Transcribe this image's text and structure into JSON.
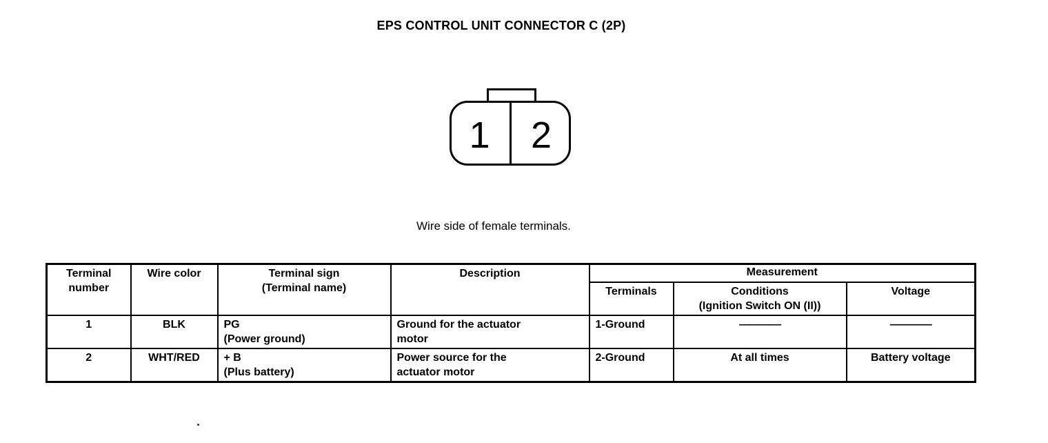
{
  "page": {
    "title": "EPS CONTROL UNIT CONNECTOR C (2P)",
    "caption": "Wire side of female terminals.",
    "colors": {
      "ink": "#000000",
      "paper": "#ffffff"
    }
  },
  "connector": {
    "pins": [
      "1",
      "2"
    ]
  },
  "table": {
    "header": {
      "terminal_number": "Terminal\nnumber",
      "wire_color": "Wire color",
      "terminal_sign": "Terminal sign\n(Terminal name)",
      "description": "Description",
      "measurement": "Measurement",
      "terminals": "Terminals",
      "conditions": "Conditions\n(Ignition Switch ON (II))",
      "voltage": "Voltage"
    },
    "rows": [
      {
        "terminal_number": "1",
        "wire_color": "BLK",
        "terminal_sign": "PG\n(Power ground)",
        "description": "Ground for the actuator\nmotor",
        "terminals": "1-Ground",
        "conditions": "————",
        "voltage": "————"
      },
      {
        "terminal_number": "2",
        "wire_color": "WHT/RED",
        "terminal_sign": "+ B\n(Plus battery)",
        "description": "Power source for the\nactuator motor",
        "terminals": "2-Ground",
        "conditions": "At all times",
        "voltage": "Battery voltage"
      }
    ]
  }
}
